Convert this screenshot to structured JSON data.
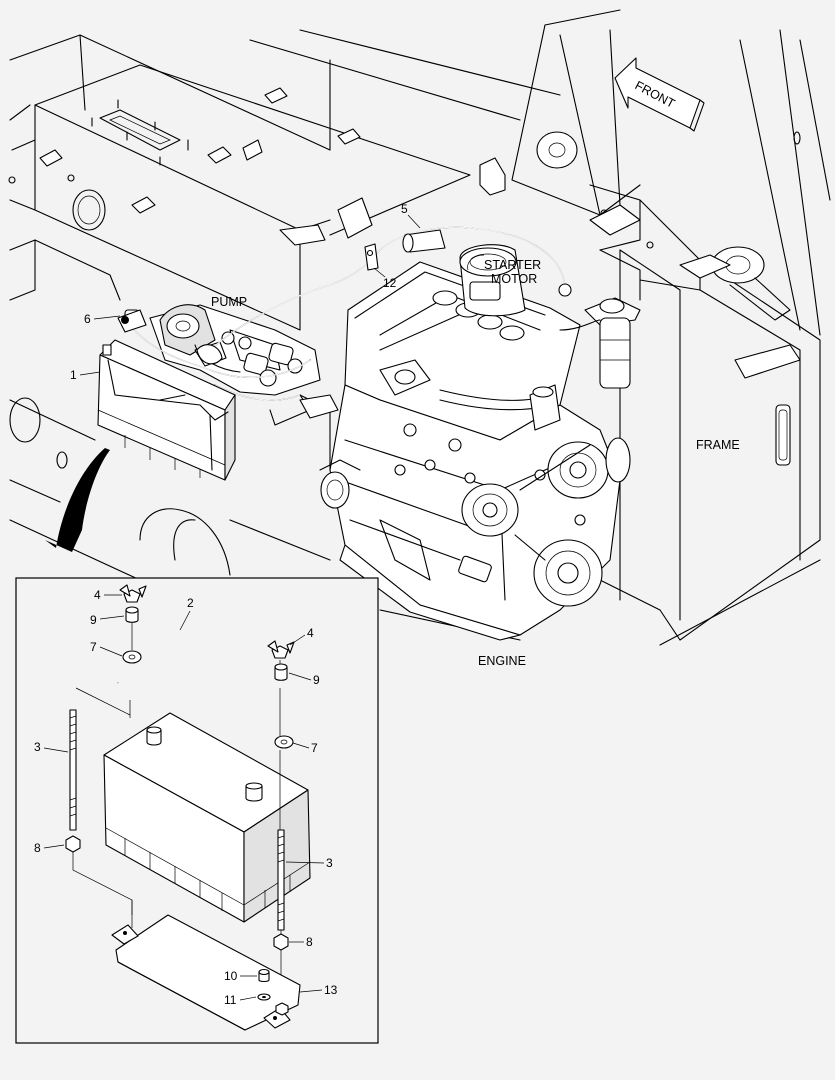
{
  "labels": {
    "front": "FRONT",
    "pump": "PUMP",
    "starter_line1": "STARTER",
    "starter_line2": "MOTOR",
    "frame": "FRAME",
    "engine": "ENGINE"
  },
  "callouts": {
    "main_1": "1",
    "main_5": "5",
    "main_6": "6",
    "main_12": "12",
    "inset_2": "2",
    "inset_3a": "3",
    "inset_3b": "3",
    "inset_4a": "4",
    "inset_4b": "4",
    "inset_7a": "7",
    "inset_7b": "7",
    "inset_8a": "8",
    "inset_8b": "8",
    "inset_9a": "9",
    "inset_9b": "9",
    "inset_10": "10",
    "inset_11": "11",
    "inset_13": "13"
  }
}
